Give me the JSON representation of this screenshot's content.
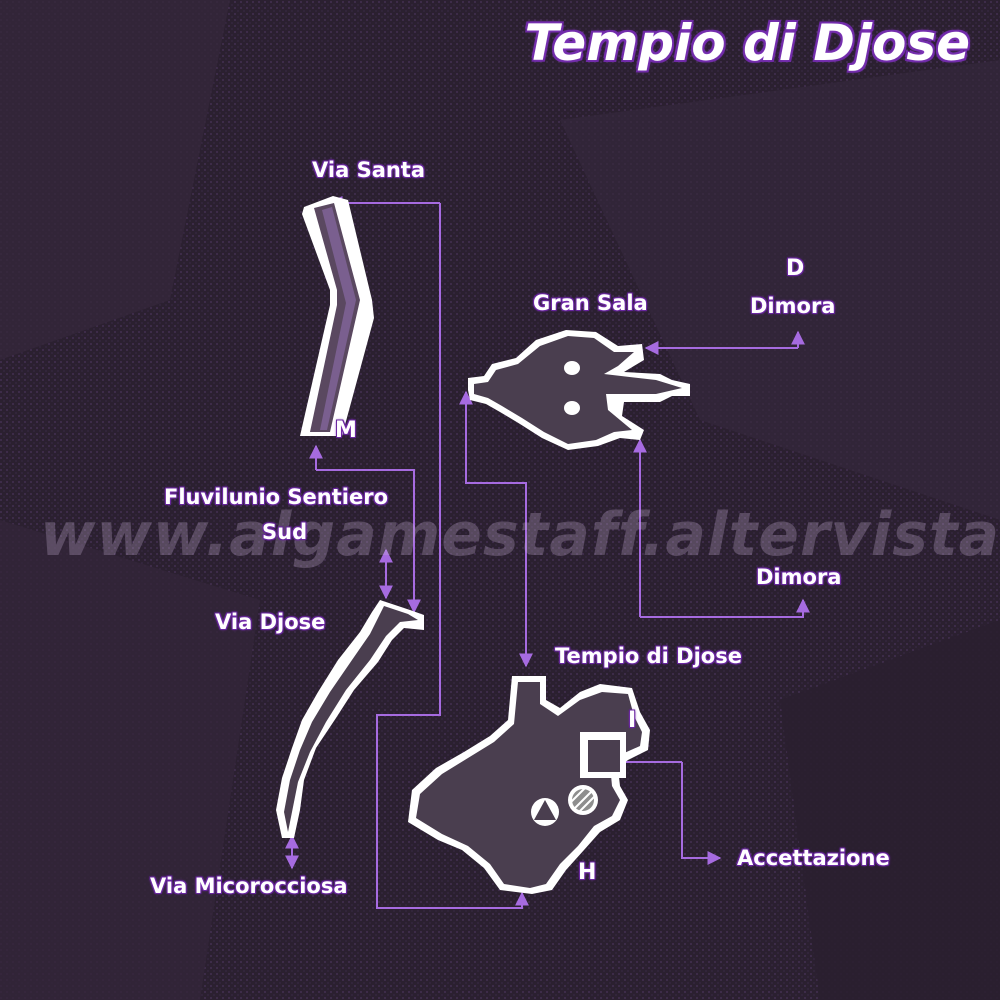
{
  "title": "Tempio di Djose",
  "watermark": "www.algamestaff.altervista.org",
  "labels": {
    "via_santa": "Via Santa",
    "gran_sala": "Gran Sala",
    "dimora_top_letter": "D",
    "dimora_top": "Dimora",
    "marker_m": "M",
    "fluvilunio_line1": "Fluvilunio Sentiero",
    "fluvilunio_line2": "Sud",
    "via_djose": "Via Djose",
    "dimora_mid": "Dimora",
    "tempio_di_djose": "Tempio di Djose",
    "marker_i": "I",
    "accettazione": "Accettazione",
    "marker_h": "H",
    "via_micorocciosa": "Via Micorocciosa"
  },
  "icons": {
    "save_sphere": "save-sphere-icon",
    "tent": "tent-icon"
  },
  "colors": {
    "background": "#2b2030",
    "room_fill": "#4a3e4f",
    "outline": "#ffffff",
    "connector": "#a66be0",
    "accent_band": "#7a5f8f"
  }
}
